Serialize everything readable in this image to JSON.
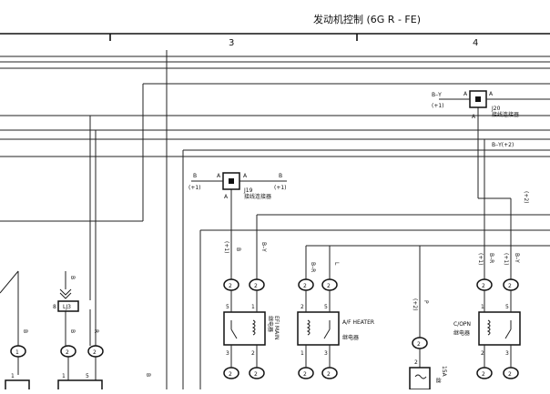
{
  "header": {
    "title": "发动机控制 (6G R - FE)",
    "column_3": "3",
    "column_4": "4"
  },
  "connectors": {
    "j20": {
      "id": "J20",
      "desc": "接线连接器",
      "pin_a": "A"
    },
    "j19": {
      "id": "J19",
      "desc": "接线连接器",
      "pin_a": "A"
    },
    "lj3": {
      "id": "LJ3",
      "pin": "8"
    }
  },
  "wire_labels": {
    "b": "B",
    "by": "B–Y",
    "br": "B–R",
    "l": "L",
    "p": "P",
    "r": "R",
    "mark_1": "(+1)",
    "mark_2": "(+2)",
    "by_mark_2": "B–Y(+2)"
  },
  "relays": {
    "efi_main": {
      "name": "EFI MAIN",
      "desc": "继电器"
    },
    "af_heater": {
      "name": "A/F HEATER",
      "desc": "继电器"
    },
    "c_opn": {
      "name": "C/OPN",
      "desc": "继电器"
    }
  },
  "fuse": {
    "rating": "15A",
    "desc": "继"
  },
  "terminals": {
    "n1": "1",
    "n2": "2",
    "n3": "3",
    "n5": "5"
  }
}
